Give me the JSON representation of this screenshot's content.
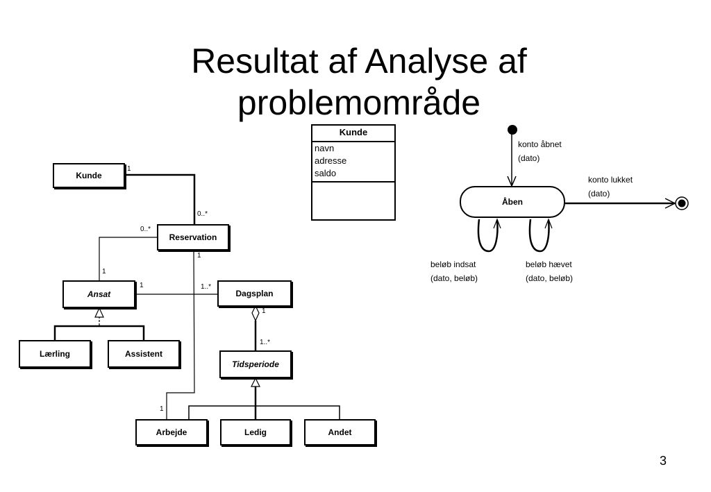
{
  "slide": {
    "title_line1": "Resultat af Analyse af",
    "title_line2": "problemområde",
    "page_number": "3"
  },
  "class_diagram": {
    "classes": {
      "kunde": "Kunde",
      "reservation": "Reservation",
      "ansat": "Ansat",
      "dagsplan": "Dagsplan",
      "laerling": "Lærling",
      "assistent": "Assistent",
      "tidsperiode": "Tidsperiode",
      "arbejde": "Arbejde",
      "ledig": "Ledig",
      "andet": "Andet"
    },
    "multiplicities": {
      "kunde_reservation_kunde": "1",
      "kunde_reservation_res": "0..*",
      "ansat_reservation_res": "0..*",
      "ansat_reservation_ansat": "1",
      "reservation_arbejde_res": "1",
      "reservation_arbejde_arb": "1",
      "ansat_dagsplan_ansat": "1",
      "ansat_dagsplan_dag": "1..*",
      "dagsplan_tidsperiode_dag": "1",
      "dagsplan_tidsperiode_tid": "1..*"
    }
  },
  "kunde_class": {
    "name": "Kunde",
    "attributes": [
      "navn",
      "adresse",
      "saldo"
    ]
  },
  "state_diagram": {
    "state_name": "Åben",
    "open_event": "konto åbnet",
    "open_params": "(dato)",
    "close_event": "konto lukket",
    "close_params": "(dato)",
    "deposit_event": "beløb indsat",
    "deposit_params": "(dato, beløb)",
    "withdraw_event": "beløb hævet",
    "withdraw_params": "(dato, beløb)"
  }
}
